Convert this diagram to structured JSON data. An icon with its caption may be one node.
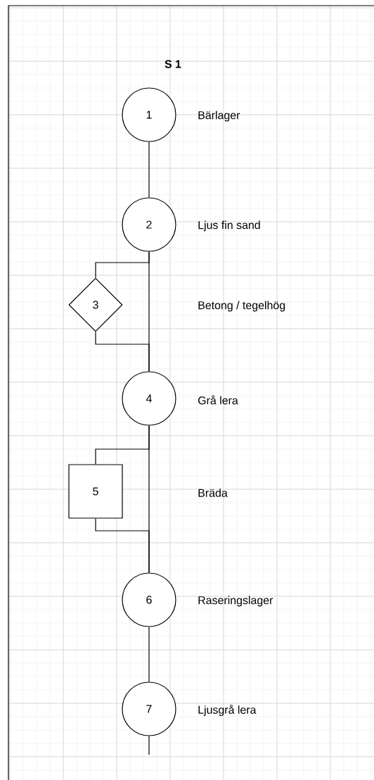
{
  "diagram": {
    "title": "S 1",
    "nodes": [
      {
        "text": [
          "1"
        ],
        "beside": [
          "Bärlager"
        ]
      },
      {
        "text": [
          "2"
        ],
        "beside": [
          "Ljus fin sand"
        ]
      },
      {
        "text": [
          "3"
        ]
      },
      {
        "text": [
          "4"
        ],
        "beside": [
          "Grå lera"
        ]
      },
      {
        "text": [
          "5"
        ]
      },
      {
        "text": [
          "6"
        ],
        "beside": [
          "Raseringslager"
        ]
      },
      {
        "text": [
          "7"
        ],
        "beside": [
          "Ljusgrå lera"
        ]
      }
    ],
    "edges": [
      {
        "from": 0,
        "to": 1,
        "arrow": "none"
      },
      {
        "from": 1,
        "to": 3,
        "arrow": "none"
      },
      {
        "from": 1,
        "to": 2,
        "arrow": "none"
      },
      {
        "from": 2,
        "to": 3,
        "arrow": "none"
      },
      {
        "from": 3,
        "to": 5,
        "arrow": "none"
      },
      {
        "from": 3,
        "to": 4,
        "arrow": "none"
      },
      {
        "from": 4,
        "to": 5,
        "arrow": "none"
      },
      {
        "from": 5,
        "to": 6,
        "arrow": "none"
      },
      {
        "from": 6,
        "to": null,
        "arrow": "none"
      }
    ],
    "labels": [
      "Betong / tegelhög",
      "Bräda"
    ]
  }
}
